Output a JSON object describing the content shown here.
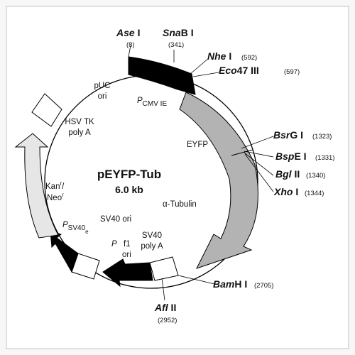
{
  "plasmid": {
    "name": "pEYFP-Tub",
    "size": "6.0 kb"
  },
  "sites": {
    "ase": {
      "italic": "Ase",
      "roman": " I",
      "pos": "(8)"
    },
    "snab": {
      "italic": "Sna",
      "roman": "B I",
      "pos": "(341)"
    },
    "nhe": {
      "italic": "Nhe",
      "roman": " I",
      "pos": "(592)"
    },
    "eco47": {
      "italic": "Eco",
      "roman": "47 III",
      "pos": "(597)"
    },
    "bsrg": {
      "italic": "Bsr",
      "roman": "G I",
      "pos": "(1323)"
    },
    "bspe": {
      "italic": "Bsp",
      "roman": "E I",
      "pos": "(1331)"
    },
    "bgl": {
      "italic": "Bgl",
      "roman": " II",
      "pos": "(1340)"
    },
    "xho": {
      "italic": "Xho",
      "roman": " I",
      "pos": "(1344)"
    },
    "bamh": {
      "italic": "Bam",
      "roman": "H I",
      "pos": "(2705)"
    },
    "afl": {
      "italic": "Afl",
      "roman": " II",
      "pos": "(2952)"
    }
  },
  "features": {
    "pcmv_p": "P",
    "pcmv_sub": "CMV IE",
    "puc_line1": "pUC",
    "puc_line2": "ori",
    "hsvtk_line1": "HSV TK",
    "hsvtk_line2": "poly A",
    "eyfp": "EYFP",
    "tubulin": "α-Tubulin",
    "kan_line1_a": "Kan",
    "kan_line1_sup": "r",
    "kan_line1_b": "/",
    "kan_line2_a": "Neo",
    "kan_line2_sup": "r",
    "psv40e_p": "P",
    "psv40e_sub": "SV40",
    "psv40e_subsub": "e",
    "sv40ori": "SV40 ori",
    "f1_p": "P",
    "f1_line1": "f1",
    "f1_line2": "ori",
    "sv40pa_line1": "SV40",
    "sv40pa_line2": "poly A"
  },
  "colors": {
    "background": "#f7f7f7",
    "frame": "#d6d6d6",
    "black_arrow": "#000000",
    "gray_arrow": "#b3b3b3",
    "light_arrow": "#e6e6e6",
    "white_box": "#ffffff"
  }
}
